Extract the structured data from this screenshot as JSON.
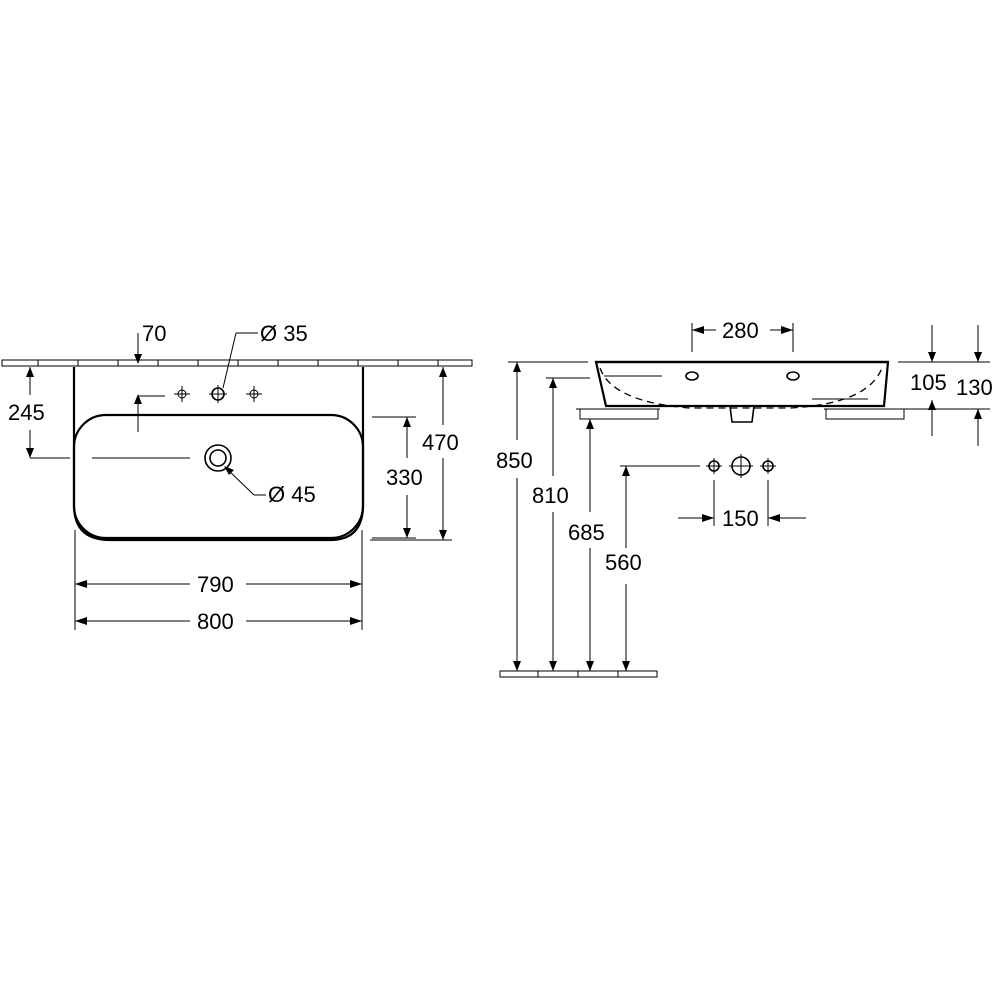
{
  "drawing": {
    "top_view": {
      "tap_hole_offset": "70",
      "tap_hole_diameter": "Ø 35",
      "waste_diameter": "Ø 45",
      "depth_to_waste": "245",
      "inner_depth": "330",
      "total_depth": "470",
      "inner_width": "790",
      "total_width": "800"
    },
    "side_view": {
      "tap_spacing_top": "280",
      "rim_height_inner": "105",
      "rim_height_outer": "130",
      "floor_to_top": "850",
      "floor_to_bowl": "810",
      "floor_to_underside": "685",
      "floor_to_connections": "560",
      "connection_spacing": "150"
    }
  }
}
